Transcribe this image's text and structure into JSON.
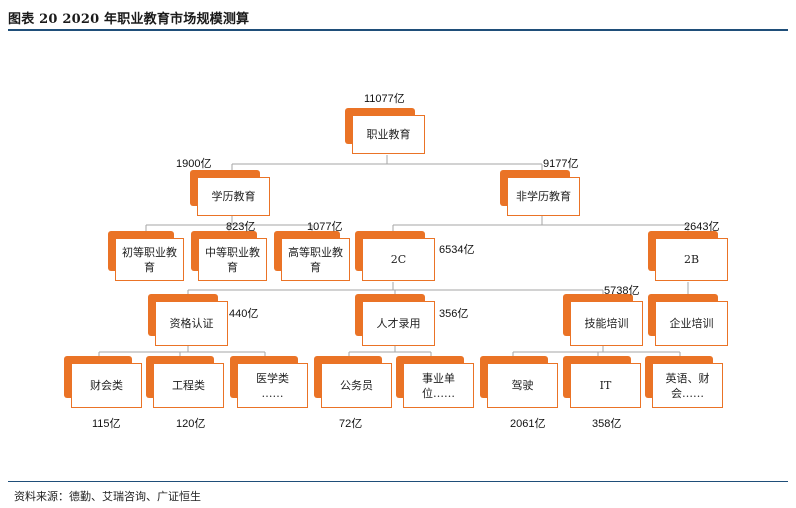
{
  "title": "图表 20 2020 年职业教育市场规模测算",
  "source": "资料来源：德勤、艾瑞咨询、广证恒生",
  "nodes": {
    "root": "职业教育",
    "academic": "学历教育",
    "nonacademic": "非学历教育",
    "primary_voc": "初等职业教育",
    "secondary_voc": "中等职业教育",
    "higher_voc": "高等职业教育",
    "c2": "2C",
    "b2": "2B",
    "cert": "资格认证",
    "talent": "人才录用",
    "skills": "技能培训",
    "corp": "企业培训",
    "accounting": "财会类",
    "engineering": "工程类",
    "medical": "医学类 ……",
    "civil": "公务员",
    "institution": "事业单位……",
    "driving": "驾驶",
    "it": "IT",
    "eng_fin": "英语、财会……"
  },
  "values": {
    "root": "11077亿",
    "academic": "1900亿",
    "nonacademic": "9177亿",
    "secondary_voc": "823亿",
    "higher_voc": "1077亿",
    "c2": "6534亿",
    "b2": "2643亿",
    "cert": "440亿",
    "talent": "356亿",
    "skills": "5738亿",
    "accounting": "115亿",
    "engineering": "120亿",
    "civil": "72亿",
    "driving": "2061亿",
    "it": "358亿"
  }
}
